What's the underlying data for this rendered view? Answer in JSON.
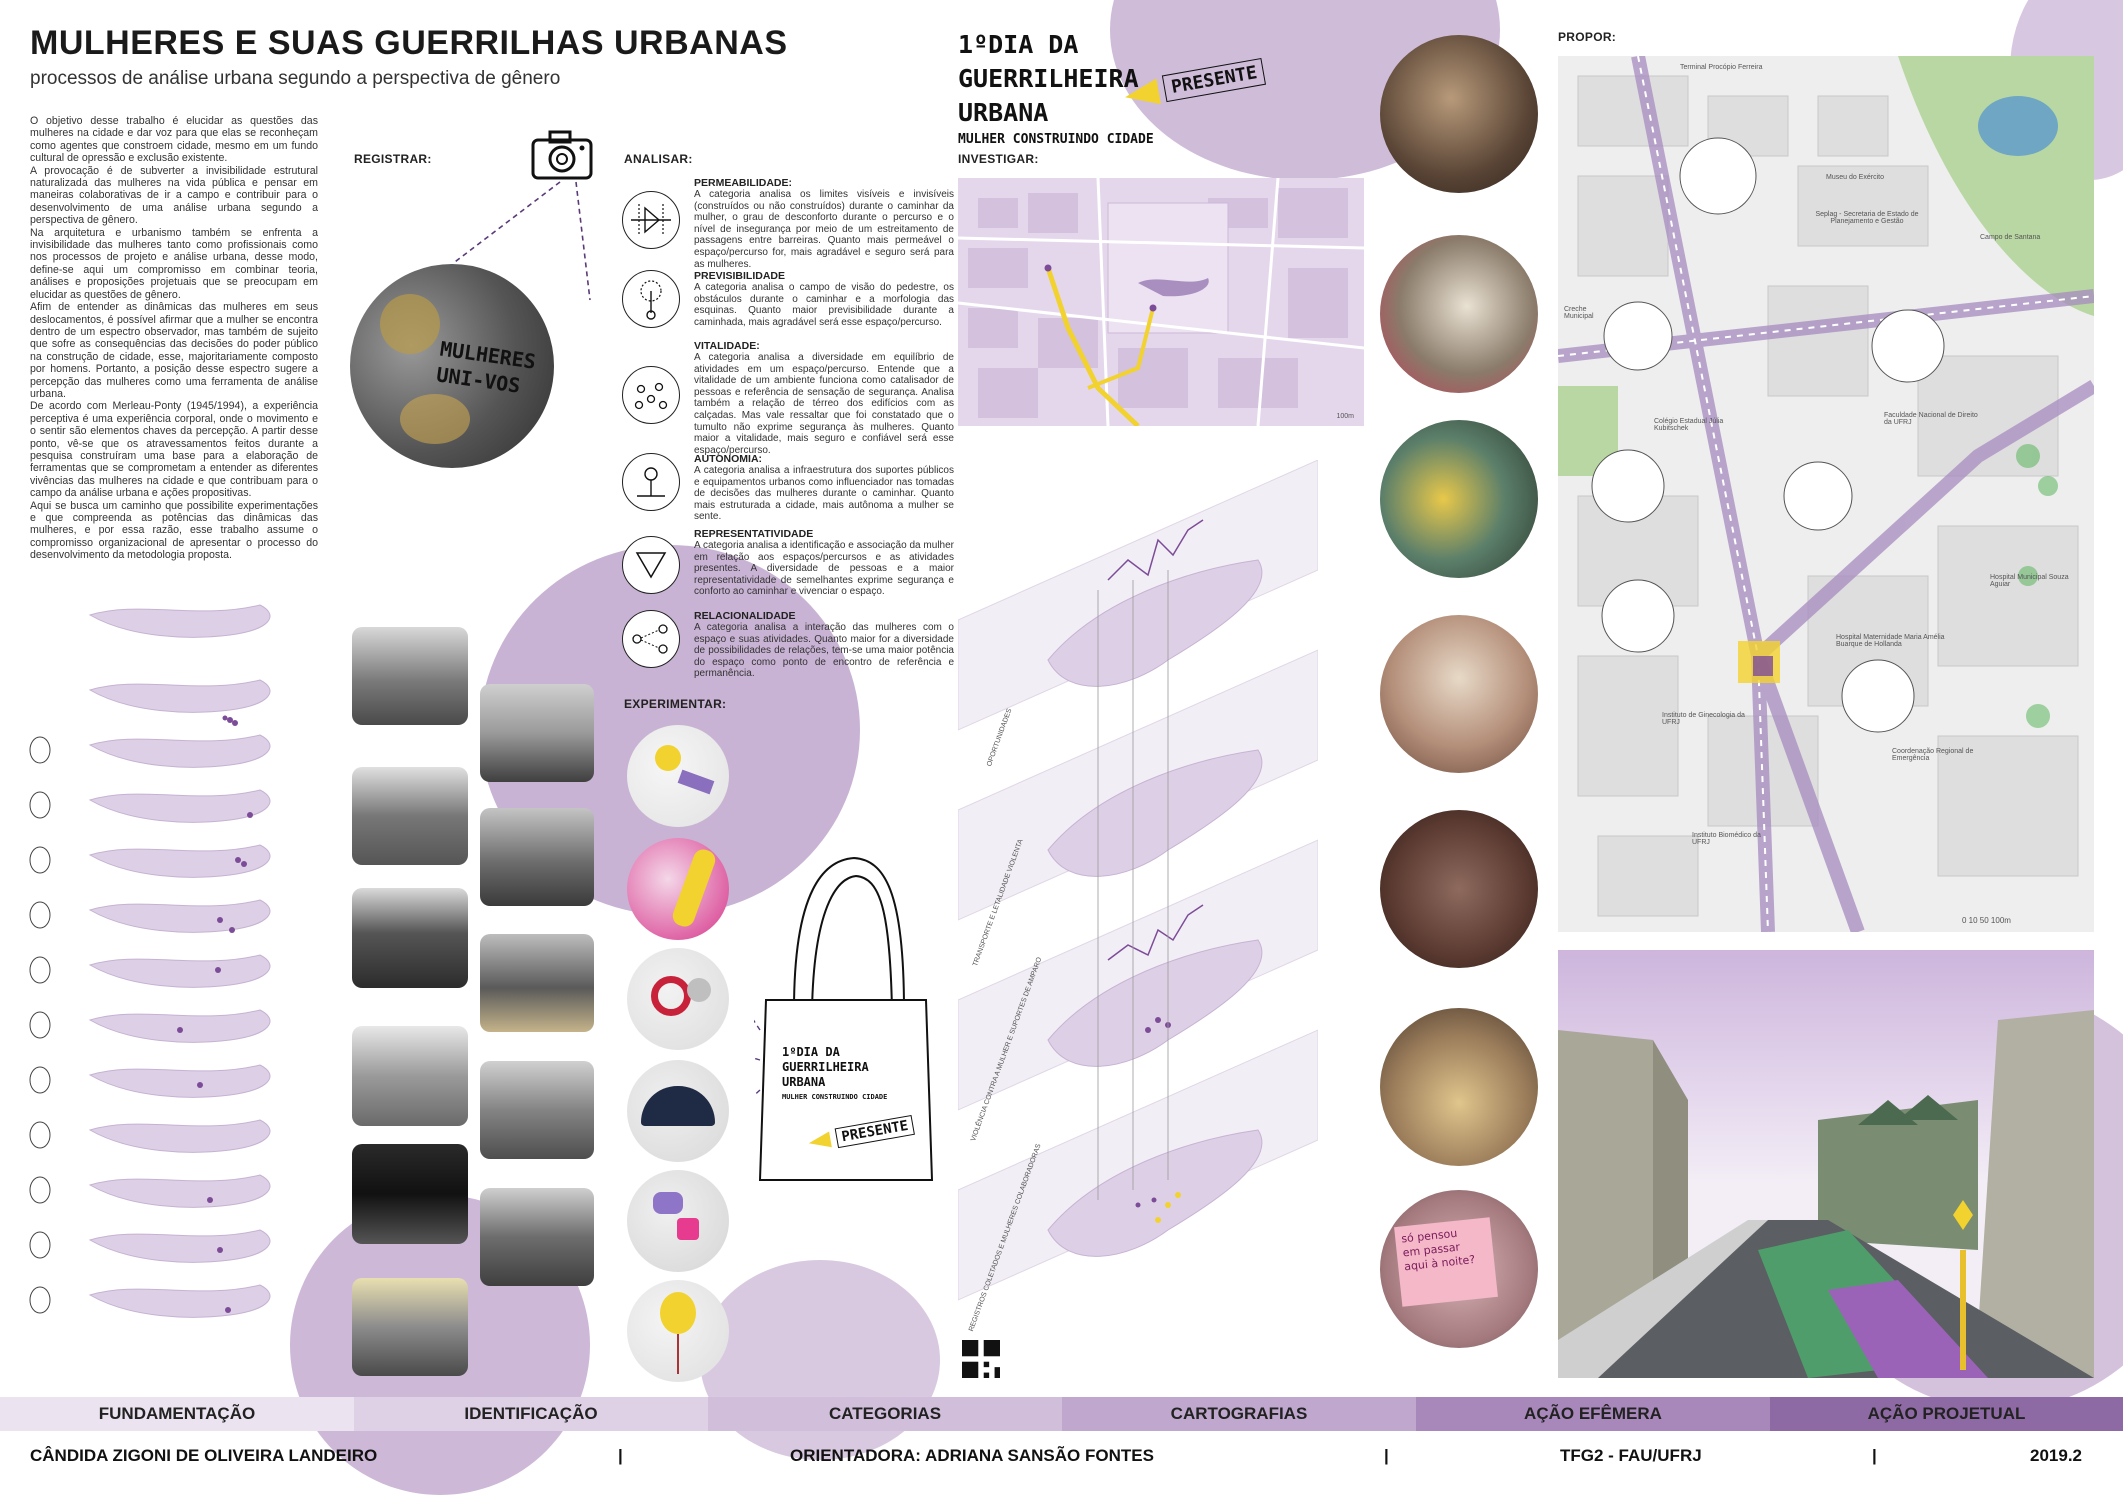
{
  "header": {
    "title": "MULHERES E SUAS GUERRILHAS URBANAS",
    "subtitle": "processos de análise urbana segundo a perspectiva de gênero"
  },
  "intro": {
    "p1": "O objetivo desse trabalho é elucidar as questões das mulheres na cidade e dar voz para que elas se reconheçam como agentes que constroem cidade, mesmo em um fundo cultural de opressão e exclusão existente.",
    "p2": "A provocação é de subverter a invisibilidade estrutural naturalizada das mulheres na vida pública e pensar em maneiras colaborativas de ir a campo e contribuir para o desenvolvimento de uma análise urbana segundo a perspectiva de gênero.",
    "p3": "Na arquitetura e urbanismo também se enfrenta a invisibilidade das mulheres tanto como profissionais como nos processos de projeto e análise urbana, desse modo, define-se aqui um compromisso em combinar teoria, análises e proposições projetuais que se preocupam em elucidar as questões de gênero.",
    "p4": "Afim de entender as dinâmicas das mulheres em seus deslocamentos, é possível afirmar que a mulher se encontra dentro de um espectro observador, mas também de sujeito que sofre as consequências das decisões do poder público na construção de cidade, esse, majoritariamente composto por homens. Portanto, a posição desse espectro sugere a percepção das mulheres como uma ferramenta de análise urbana.",
    "p5": "De acordo com Merleau-Ponty (1945/1994), a experiência perceptiva é uma experiência corporal, onde o movimento e o sentir são elementos chaves da percepção. A partir desse ponto, vê-se que os atravessamentos feitos durante a pesquisa construíram uma base para a elaboração de ferramentas que se comprometam a entender as diferentes vivências das mulheres na cidade e que contribuam para o campo da análise urbana e ações propositivas.",
    "p6": "Aqui se busca um caminho que possibilite experimentações e que compreenda as potências das dinâmicas das mulheres, e por essa razão, esse trabalho assume o compromisso organizacional de apresentar o processo do desenvolvimento da metodologia proposta."
  },
  "sections": {
    "registrar": "REGISTRAR:",
    "analisar": "ANALISAR:",
    "experimentar": "EXPERIMENTAR:",
    "investigar": "INVESTIGAR:",
    "propor": "PROPOR:"
  },
  "graffiti": {
    "line1": "MULHERES",
    "line2": "UNI-VOS"
  },
  "categories": [
    {
      "title": "PERMEABILIDADE:",
      "text": "A categoria analisa os limites visíveis e invisíveis (construídos ou não construídos) durante o caminhar da mulher, o grau de desconforto durante o percurso e o nível de insegurança por meio de um estreitamento de passagens entre barreiras. Quanto mais permeável o espaço/percurso for, mais agradável e seguro será para as mulheres.",
      "icon": "permeability-icon"
    },
    {
      "title": "PREVISIBILIDADE",
      "text": "A categoria analisa o campo de visão do pedestre, os obstáculos durante o caminhar e a morfologia das esquinas. Quanto maior previsibilidade durante a caminhada, mais agradável será esse espaço/percurso.",
      "icon": "predictability-icon"
    },
    {
      "title": "VITALIDADE:",
      "text": "A categoria analisa a diversidade em equilíbrio de atividades em um espaço/percurso. Entende que a vitalidade de um ambiente funciona como catalisador de pessoas e referência de sensação de segurança. Analisa também a relação de térreo dos edifícios com as calçadas. Mas vale ressaltar que foi constatado que o tumulto não exprime segurança às mulheres. Quanto maior a vitalidade, mais seguro e confiável será esse espaço/percurso.",
      "icon": "vitality-icon"
    },
    {
      "title": "AUTONOMIA:",
      "text": "A categoria analisa a infraestrutura dos suportes públicos e equipamentos urbanos como influenciador nas tomadas de decisões das mulheres durante o caminhar. Quanto mais estruturada a cidade, mais autônoma a mulher se sente.",
      "icon": "autonomy-icon"
    },
    {
      "title": "REPRESENTATIVIDADE",
      "text": "A categoria analisa a identificação e associação da mulher em relação aos espaços/percursos e as atividades presentes. A diversidade de pessoas e a maior representatividade de semelhantes exprime segurança e conforto ao caminhar e vivenciar o espaço.",
      "icon": "representativeness-icon"
    },
    {
      "title": "RELACIONALIDADE",
      "text": "A categoria analisa a interação das mulheres com o espaço e suas atividades. Quanto maior for a diversidade de possibilidades de relações, tem-se uma maior potência do espaço como ponto de encontro de referência e permanência.",
      "icon": "relationality-icon"
    }
  ],
  "event": {
    "line1": "1ºDIA DA",
    "line2": "GUERRILHEIRA",
    "line3": "URBANA",
    "tagline": "MULHER CONSTRUINDO CIDADE",
    "stamp": "PRESENTE"
  },
  "map_labels": {
    "layer1": "OPORTUNIDADES",
    "layer2": "TRANSPORTE E LETALIDADE VIOLENTA",
    "layer3": "VIOLÊNCIA CONTRA A MULHER E SUPORTES DE AMPARO",
    "layer4": "REGISTROS COLETADOS E MULHERES COLABORADORAS",
    "scale_small": "100m",
    "campo": "Campo de Santana",
    "creche": "Creche Municipal",
    "terminal": "Terminal Procópio Ferreira",
    "museu": "Museu do Exército",
    "seplag": "Seplag - Secretaria de Estado de Planejamento e Gestão",
    "colegio": "Colégio Estadual Júlia Kubitschek",
    "faculdade": "Faculdade Nacional de Direito da UFRJ",
    "hospital_souza": "Hospital Municipal Souza Aguiar",
    "maternidade": "Hospital Maternidade Maria Amélia Buarque de Hollanda",
    "ginecologia": "Instituto de Ginecologia da UFRJ",
    "coordenacao": "Coordenação Regional de Emergência",
    "biomedico": "Instituto Biomédico da UFRJ",
    "scale": "0   10   50   100m",
    "note_line1": "só pensou",
    "note_line2": "em passar",
    "note_line3": "aqui à noite?"
  },
  "nav": [
    {
      "label": "FUNDAMENTAÇÃO",
      "color": "#ebe3f0"
    },
    {
      "label": "IDENTIFICAÇÃO",
      "color": "#ded1e6"
    },
    {
      "label": "CATEGORIAS",
      "color": "#d0bedb"
    },
    {
      "label": "CARTOGRAFIAS",
      "color": "#bfa7cd"
    },
    {
      "label": "AÇÃO EFÊMERA",
      "color": "#a887bb"
    },
    {
      "label": "AÇÃO PROJETUAL",
      "color": "#8e6aa4"
    }
  ],
  "footer": {
    "author": "CÂNDIDA ZIGONI DE OLIVEIRA LANDEIRO",
    "sep": "|",
    "advisor": "ORIENTADORA: ADRIANA SANSÃO FONTES",
    "course": "TFG2 - FAU/UFRJ",
    "year": "2019.2"
  },
  "colors": {
    "lavender": "#c9b3d4",
    "purple": "#7d4c98",
    "yellow": "#f2d22e",
    "map_bg": "#e4d7ec"
  }
}
